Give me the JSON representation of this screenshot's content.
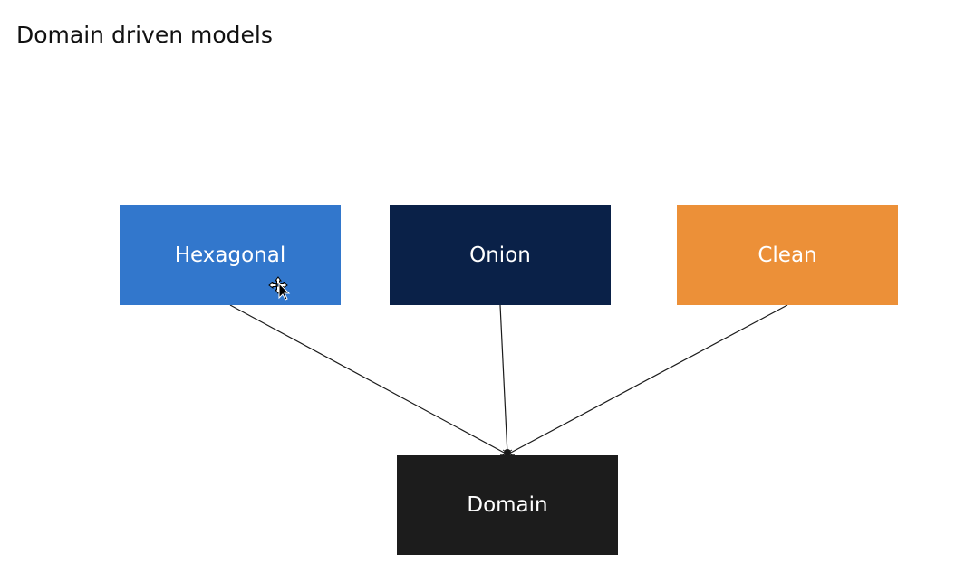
{
  "title": "Domain driven models",
  "colors": {
    "hexagonal": "#3277CC",
    "onion": "#0A2148",
    "clean": "#EC9038",
    "domain": "#1C1C1C",
    "connector": "#1A1A1A"
  },
  "nodes": {
    "hexagonal": {
      "label": "Hexagonal"
    },
    "onion": {
      "label": "Onion"
    },
    "clean": {
      "label": "Clean"
    },
    "domain": {
      "label": "Domain"
    }
  },
  "edges": [
    {
      "from": "Hexagonal",
      "to": "Domain"
    },
    {
      "from": "Onion",
      "to": "Domain"
    },
    {
      "from": "Clean",
      "to": "Domain"
    }
  ],
  "cursor": {
    "icon": "move-cursor-icon"
  }
}
